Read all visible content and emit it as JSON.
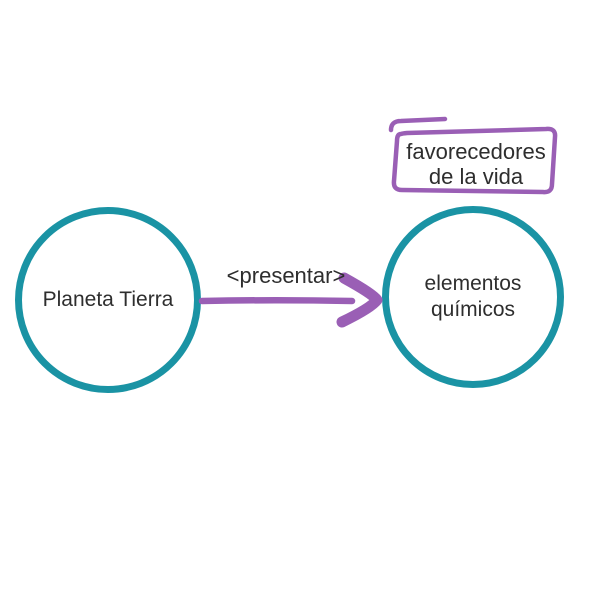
{
  "colors": {
    "node_stroke": "#1a93a4",
    "edge_color": "#9a5fb5",
    "text_color": "#2e2e2e",
    "bg_color": "#ffffff"
  },
  "diagram": {
    "type": "concept-map",
    "nodes": [
      {
        "id": "left",
        "shape": "circle",
        "label": "Planeta Tierra"
      },
      {
        "id": "right",
        "shape": "circle",
        "label": "elementos químicos"
      }
    ],
    "edge": {
      "from": "left",
      "to": "right",
      "label": "<presentar>",
      "style": "hand-drawn-arrow"
    },
    "badge": {
      "shape": "hand-drawn-rectangle",
      "label": "favorecedores de la vida",
      "attached_to": "right"
    }
  }
}
